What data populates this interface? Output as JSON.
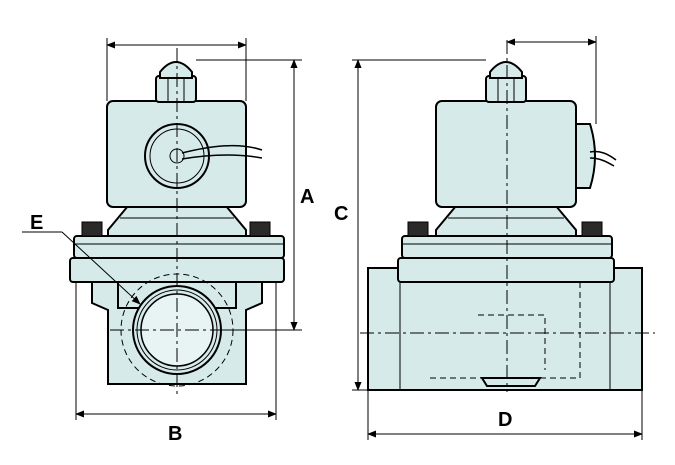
{
  "dimensions": {
    "a": "A",
    "b": "B",
    "c": "C",
    "d": "D",
    "e": "E"
  },
  "colors": {
    "body": "#d7eaea",
    "line": "#000000",
    "screw": "#2a2a2a"
  }
}
